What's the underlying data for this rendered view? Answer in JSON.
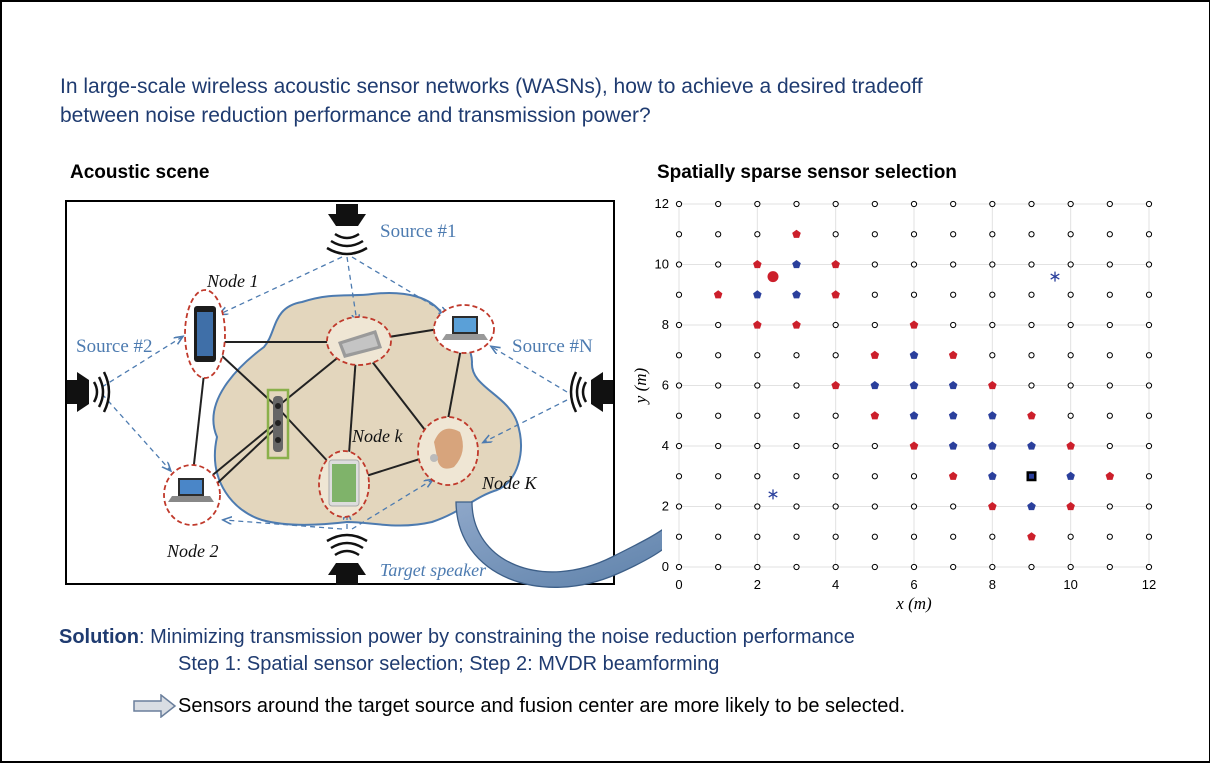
{
  "question": {
    "line1": "In large-scale wireless acoustic sensor networks (WASNs), how to achieve a desired tradeoff",
    "line2": "between noise reduction performance and transmission power?"
  },
  "scene": {
    "heading": "Acoustic scene",
    "source1": "Source #1",
    "source2": "Source #2",
    "sourceN": "Source #N",
    "target": "Target speaker",
    "node1": "Node 1",
    "node2": "Node 2",
    "nodek": "Node k",
    "nodeK": "Node K"
  },
  "selection": {
    "heading": "Spatially sparse sensor selection"
  },
  "solution": {
    "label": "Solution",
    "text": ": Minimizing transmission power by constraining the noise reduction performance",
    "steps": "Step 1: Spatial sensor selection; Step 2: MVDR beamforming",
    "conclusion": "Sensors around the target source and fusion center are more likely to be selected."
  },
  "colors": {
    "title_blue": "#1f3b70",
    "red_marker": "#cc1f2b",
    "blue_marker": "#2a3f9c",
    "region_fill": "#e3d6bd",
    "region_stroke": "#4d7bb0",
    "dashed_arrow": "#4d7bb0"
  },
  "chart_data": {
    "type": "scatter",
    "xlabel": "x (m)",
    "ylabel": "y (m)",
    "xlim": [
      0,
      12
    ],
    "ylim": [
      0,
      12
    ],
    "xticks": [
      0,
      2,
      4,
      6,
      8,
      10,
      12
    ],
    "yticks": [
      0,
      2,
      4,
      6,
      8,
      10,
      12
    ],
    "grid": true,
    "sensor_grid": {
      "x": [
        0,
        1,
        2,
        3,
        4,
        5,
        6,
        7,
        8,
        9,
        10,
        11,
        12
      ],
      "y": [
        0,
        1,
        2,
        3,
        4,
        5,
        6,
        7,
        8,
        9,
        10,
        11,
        12
      ]
    },
    "selected_red": [
      [
        3,
        11
      ],
      [
        2,
        10
      ],
      [
        4,
        10
      ],
      [
        1,
        9
      ],
      [
        4,
        9
      ],
      [
        2,
        8
      ],
      [
        3,
        8
      ],
      [
        6,
        8
      ],
      [
        5,
        7
      ],
      [
        7,
        7
      ],
      [
        4,
        6
      ],
      [
        8,
        6
      ],
      [
        5,
        5
      ],
      [
        9,
        5
      ],
      [
        6,
        4
      ],
      [
        10,
        4
      ],
      [
        7,
        3
      ],
      [
        11,
        3
      ],
      [
        8,
        2
      ],
      [
        10,
        2
      ],
      [
        9,
        1
      ]
    ],
    "selected_blue": [
      [
        3,
        10
      ],
      [
        2,
        9
      ],
      [
        3,
        9
      ],
      [
        6,
        7
      ],
      [
        5,
        6
      ],
      [
        6,
        6
      ],
      [
        7,
        6
      ],
      [
        6,
        5
      ],
      [
        7,
        5
      ],
      [
        8,
        5
      ],
      [
        7,
        4
      ],
      [
        8,
        4
      ],
      [
        9,
        4
      ],
      [
        8,
        3
      ],
      [
        10,
        3
      ],
      [
        9,
        2
      ]
    ],
    "target_source": [
      2.4,
      9.6
    ],
    "interferers": [
      [
        9.6,
        9.6
      ],
      [
        2.4,
        2.4
      ]
    ],
    "fusion_center": [
      9,
      3
    ]
  }
}
